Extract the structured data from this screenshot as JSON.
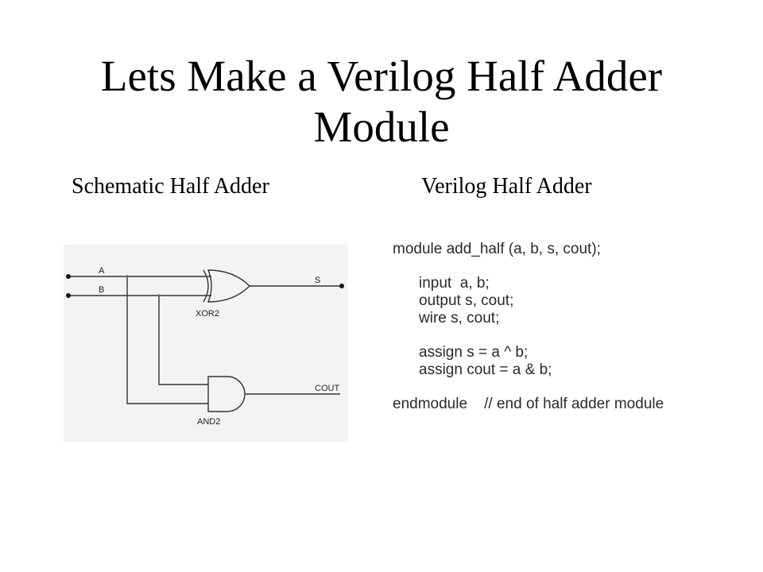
{
  "title": {
    "line1": "Lets Make a Verilog Half Adder",
    "line2": "Module"
  },
  "headings": {
    "left": "Schematic Half Adder",
    "right": "Verilog Half Adder"
  },
  "schematic": {
    "input_a": "A",
    "input_b": "B",
    "output_s": "S",
    "output_cout": "COUT",
    "gate_xor": "XOR2",
    "gate_and": "AND2"
  },
  "code": {
    "line1": "module add_half (a, b, s, cout);",
    "line2": "input  a, b;",
    "line3": "output s, cout;",
    "line4": "wire s, cout;",
    "line5": "assign s = a ^ b;",
    "line6": "assign cout = a & b;",
    "line7": "endmodule    // end of half adder module"
  }
}
